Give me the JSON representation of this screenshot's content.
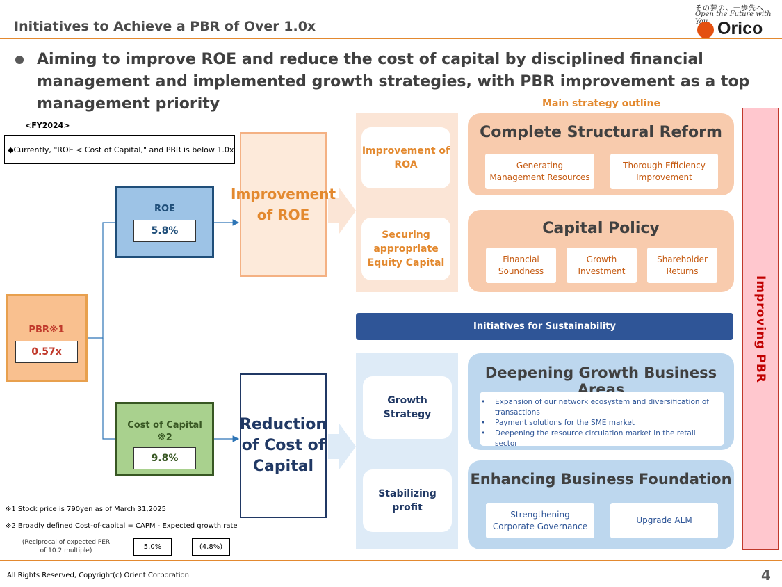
{
  "header": {
    "title": "Initiatives to Achieve a PBR of Over 1.0x",
    "tagline_jp": "その夢の、一歩先へ",
    "tagline_en": "Open the Future with You",
    "logo_text": "Orico"
  },
  "lead": "Aiming to improve ROE and reduce the cost of capital by disciplined financial management and implemented growth strategies, with PBR improvement as a top management priority",
  "left": {
    "fy": "<FY2024>",
    "note": "◆Currently, \"ROE < Cost of Capital,\" and PBR is below 1.0x",
    "pbr": {
      "label": "PBR※1",
      "value": "0.57x"
    },
    "roe": {
      "label": "ROE",
      "value": "5.8%"
    },
    "coc": {
      "label": "Cost of Capital ※2",
      "value": "9.8%"
    },
    "improvement_roe": "Improvement of ROE",
    "reduction_coc": "Reduction of Cost of Capital"
  },
  "footnotes": {
    "fn1": "※1 Stock price is 790yen as of March 31,2025",
    "fn2": "※2 Broadly defined Cost-of-capital =   CAPM  -   Expected growth rate",
    "fn3": "(Reciprocal of expected PER of 10.2 multiple)",
    "capm": "5.0%",
    "growth": "(4.8%)"
  },
  "middle": {
    "top": [
      "Improvement of ROA",
      "Securing appropriate Equity Capital"
    ],
    "bottom": [
      "Growth Strategy",
      "Stabilizing profit"
    ]
  },
  "right": {
    "outline_label": "Main strategy outline",
    "structural": {
      "title": "Complete Structural Reform",
      "chips": [
        "Generating Management Resources",
        "Thorough Efficiency Improvement"
      ]
    },
    "capital": {
      "title": "Capital Policy",
      "chips": [
        "Financial Soundness",
        "Growth Investment",
        "Shareholder Returns"
      ]
    },
    "sustainability": "Initiatives for Sustainability",
    "growth": {
      "title": "Deepening Growth Business Areas",
      "bullets": [
        "Expansion of our network ecosystem and diversification of transactions",
        "Payment solutions for the SME market",
        "Deepening the resource circulation market in the retail sector"
      ]
    },
    "foundation": {
      "title": "Enhancing Business Foundation",
      "chips": [
        "Strengthening Corporate Governance",
        "Upgrade ALM"
      ]
    },
    "improving_pbr": "Improving PBR"
  },
  "footer": {
    "copyright": "All Rights Reserved, Copyright(c) Orient Corporation",
    "page": "4"
  },
  "colors": {
    "accent_orange": "#e3892f",
    "navy": "#203864",
    "sustainability_bar": "#2f5597",
    "improving_bg": "#ffc7ce"
  }
}
